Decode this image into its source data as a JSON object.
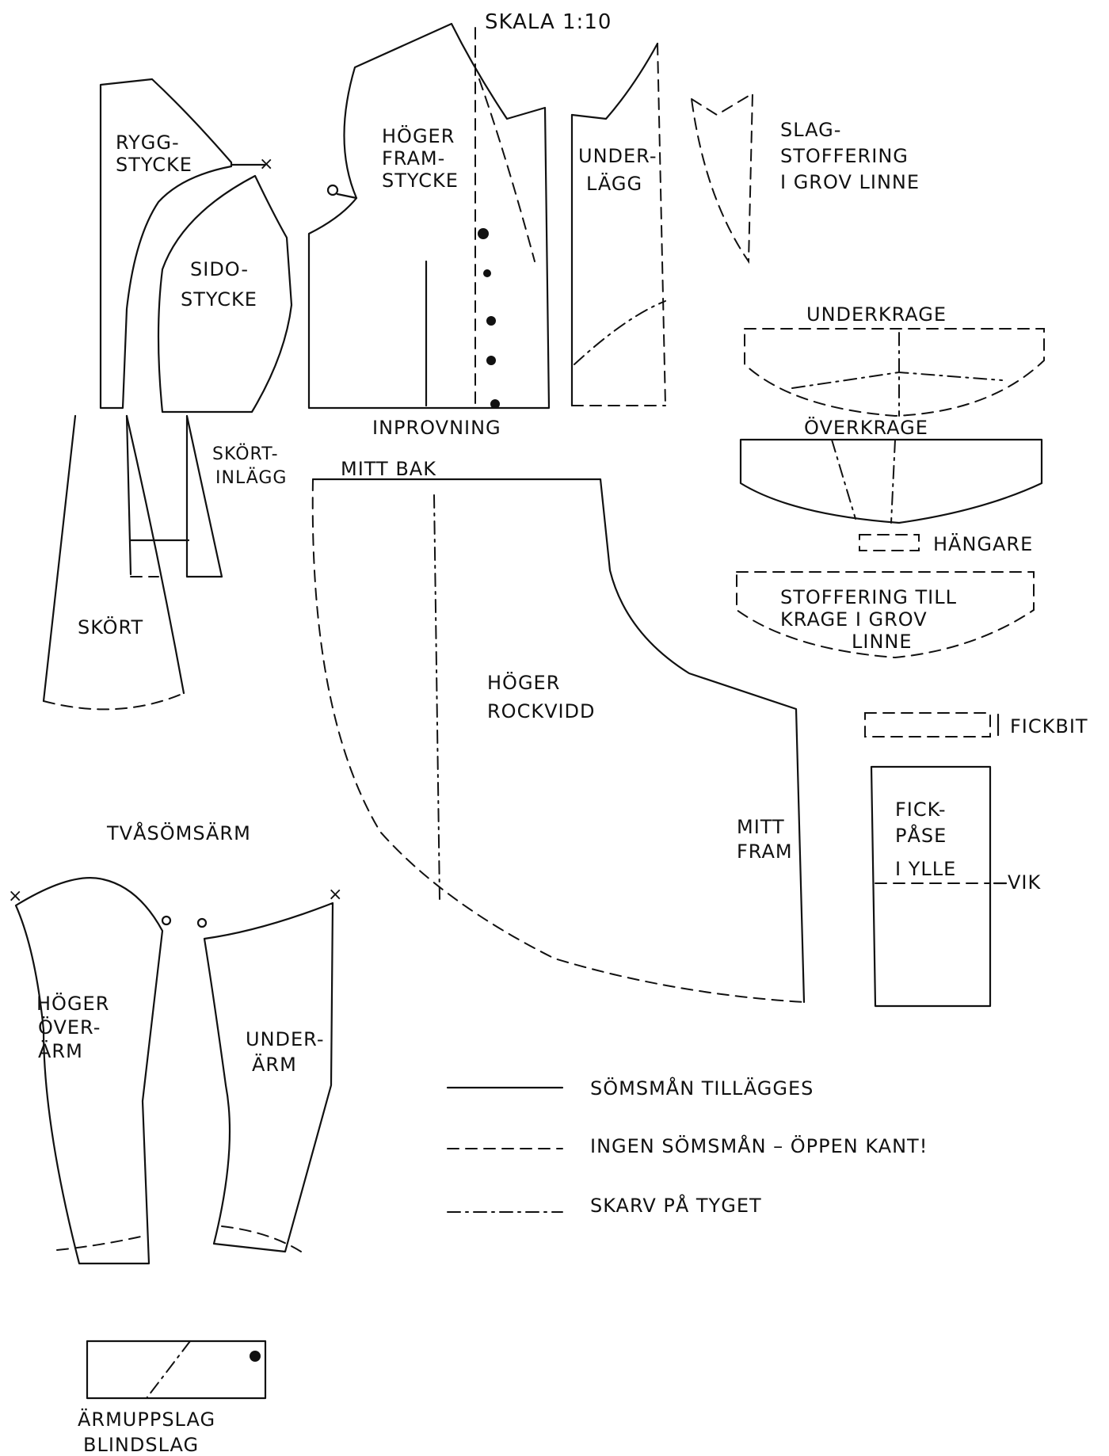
{
  "scale": "SKALA 1:10",
  "pieces": {
    "ryggstycke": [
      "RYGG-",
      "STYCKE"
    ],
    "sidostycke": [
      "SIDO-",
      "STYCKE"
    ],
    "hoger_framstycke": [
      "HÖGER",
      "FRAM-",
      "STYCKE"
    ],
    "underlagg": [
      "UNDER-",
      "LÄGG"
    ],
    "slagstoffering": [
      "SLAG-",
      "STOFFERING",
      "I GROV LINNE"
    ],
    "underkrage": "UNDERKRAGE",
    "overkrage": "ÖVERKRAGE",
    "hangare": "HÄNGARE",
    "stoffering_krage": [
      "STOFFERING TILL",
      "KRAGE I GROV",
      "LINNE"
    ],
    "fickbit": "FICKBIT",
    "fickpase": [
      "FICK-",
      "PÅSE",
      "I YLLE"
    ],
    "vik": "VIK",
    "inprovning": "INPROVNING",
    "mitt_bak": "MITT BAK",
    "skortinlagg": [
      "SKÖRT-",
      "INLÄGG"
    ],
    "skort": "SKÖRT",
    "hoger_rockvidd": [
      "HÖGER",
      "ROCKVIDD"
    ],
    "mitt_fram": [
      "MITT",
      "FRAM"
    ],
    "tvasomsarm": "TVÅSÖMSÄRM",
    "hoger_overarm": [
      "HÖGER",
      "ÖVER-",
      "ÄRM"
    ],
    "underarm": [
      "UNDER-",
      "ÄRM"
    ],
    "armuppslag": [
      "ÄRMUPPSLAG",
      "BLINDSLAG"
    ]
  },
  "legend": {
    "solid": "SÖMSMÅN TILLÄGGES",
    "dashed": "INGEN SÖMSMÅN – ÖPPEN KANT!",
    "dashdot": "SKARV PÅ TYGET"
  }
}
